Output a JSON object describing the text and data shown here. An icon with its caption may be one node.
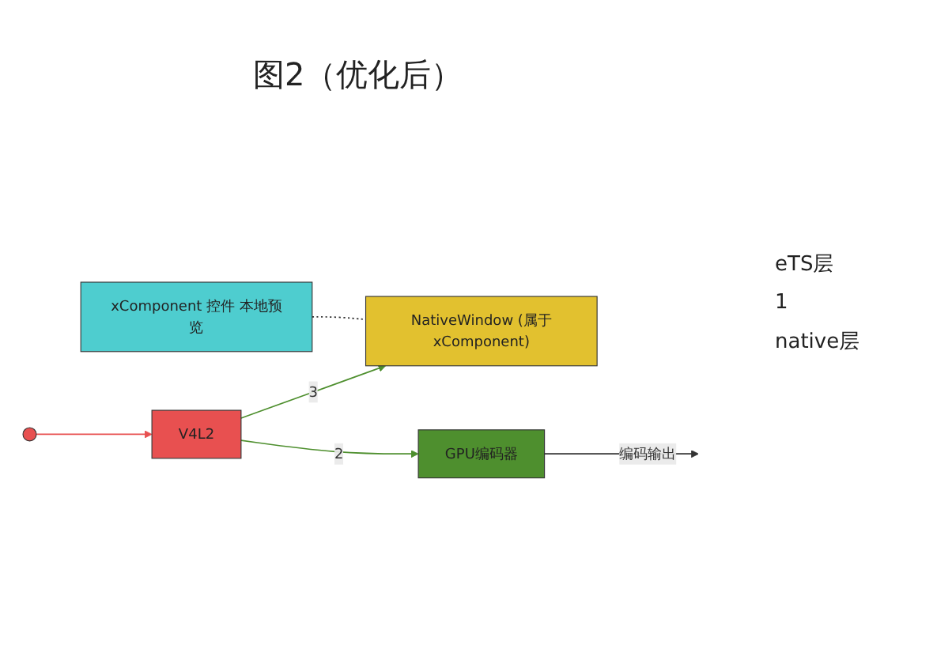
{
  "diagram": {
    "title": "图2（优化后）",
    "nodes": [
      {
        "text": [
          "xComponent 控件 本地预览"
        ]
      },
      {
        "text": [
          "V4L2"
        ]
      },
      {
        "text": [
          "NativeWindow (属于xComponent)"
        ]
      },
      {
        "text": [],
        "shape": "circle"
      },
      {
        "text": [
          "GPU编码器"
        ]
      }
    ],
    "edges": [
      {
        "from": 3,
        "to": 1,
        "arrow": "to",
        "color": "#e85050"
      },
      {
        "from": 1,
        "to": 2,
        "arrow": "to",
        "label": "3"
      },
      {
        "from": 1,
        "to": 4,
        "arrow": "to",
        "label": "2"
      },
      {
        "from": 0,
        "to": 2,
        "arrow": "none",
        "style": "dashed",
        "color": "#333333"
      },
      {
        "from": 4,
        "to": null,
        "arrow": "to",
        "label": "编码输出",
        "color": "#333333"
      }
    ],
    "labels": [
      "eTS层",
      "1",
      "native层"
    ]
  }
}
